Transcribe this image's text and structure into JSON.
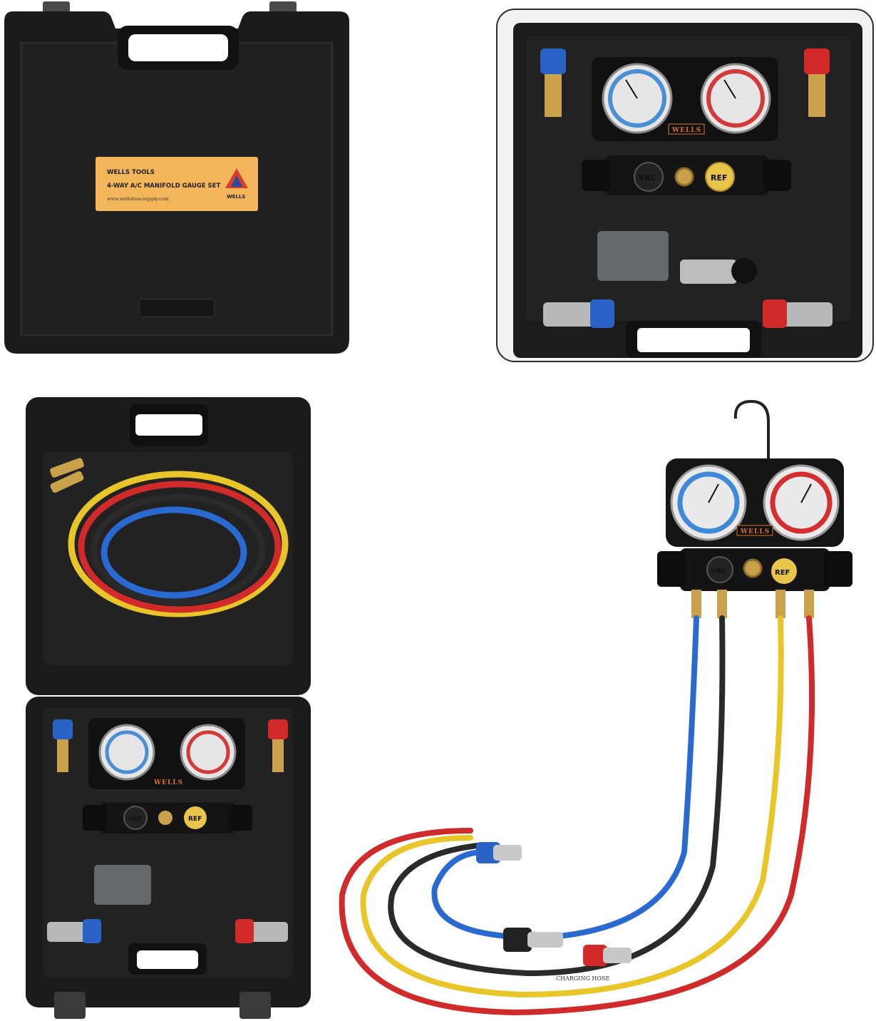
{
  "case_label": {
    "brand_line": "WELLS TOOLS",
    "product_line": "4-WAY A/C MANIFOLD GAUGE SET",
    "url": "www.wellshvacsupply.com",
    "logo_text": "WELLS"
  },
  "gauge_brand": "WELLS",
  "knob_vac": "VAC",
  "knob_ref": "REF",
  "hose_print": "CHARGING HOSE"
}
